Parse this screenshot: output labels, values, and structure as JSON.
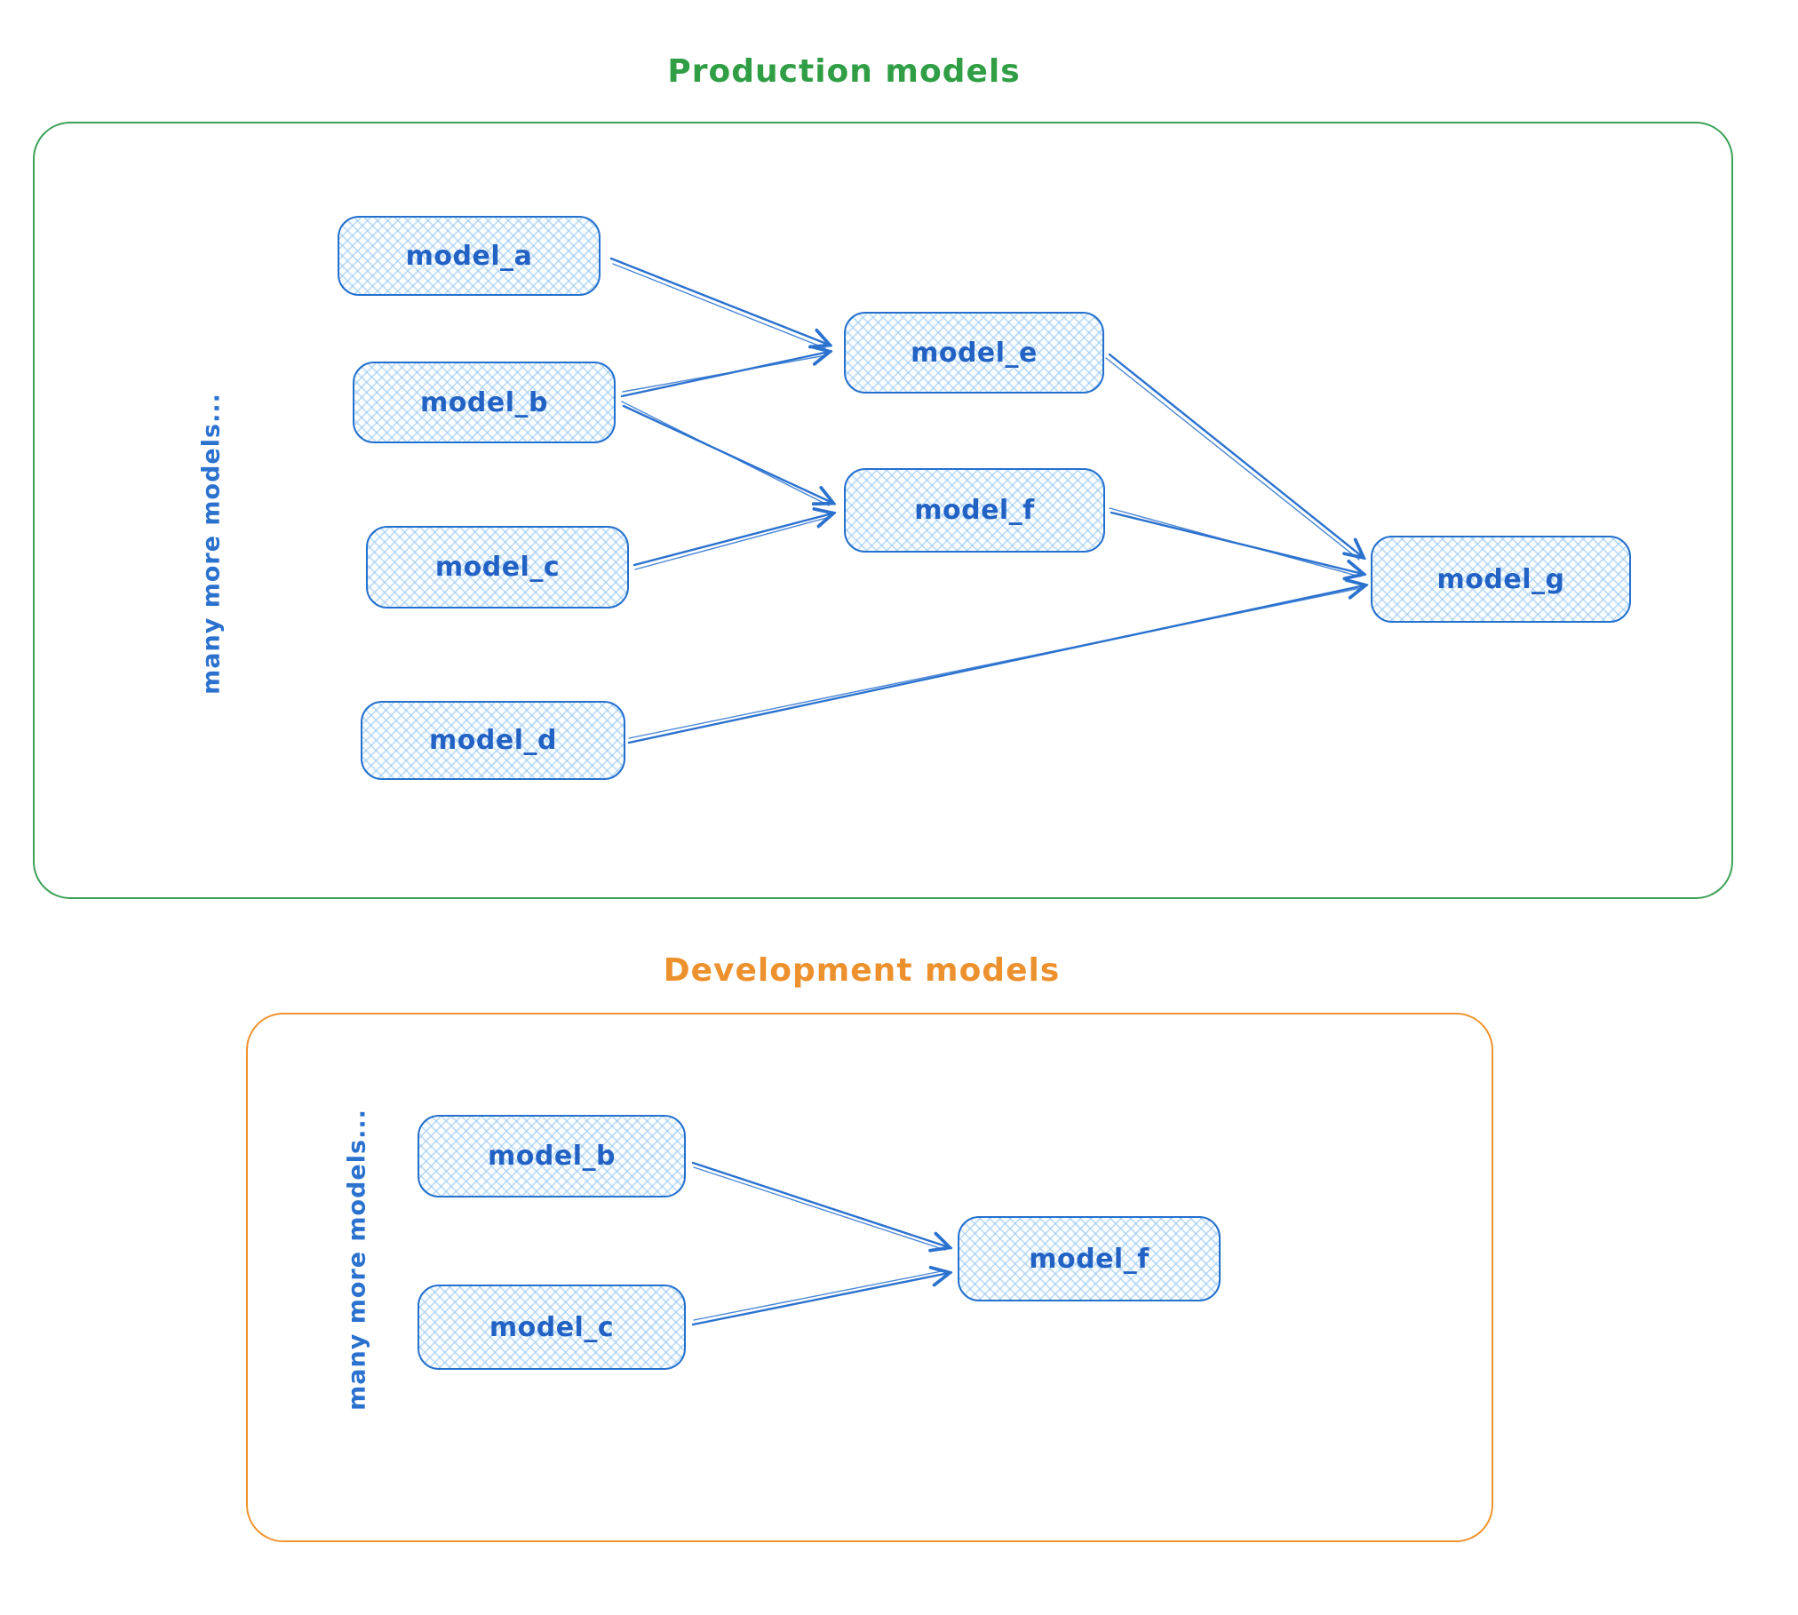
{
  "colors": {
    "node_stroke_blue": "#2471cd",
    "node_fill_blue": "#a5d8ff",
    "edge_blue": "#2b72cf",
    "production_green": "#3da158",
    "development_orange": "#ef9430"
  },
  "production": {
    "title": "Production models",
    "side_label": "many more models...",
    "nodes": [
      {
        "id": "model_a",
        "label": "model_a"
      },
      {
        "id": "model_b",
        "label": "model_b"
      },
      {
        "id": "model_c",
        "label": "model_c"
      },
      {
        "id": "model_d",
        "label": "model_d"
      },
      {
        "id": "model_e",
        "label": "model_e"
      },
      {
        "id": "model_f",
        "label": "model_f"
      },
      {
        "id": "model_g",
        "label": "model_g"
      }
    ],
    "edges": [
      {
        "from": "model_a",
        "to": "model_e"
      },
      {
        "from": "model_b",
        "to": "model_e"
      },
      {
        "from": "model_b",
        "to": "model_f"
      },
      {
        "from": "model_c",
        "to": "model_f"
      },
      {
        "from": "model_e",
        "to": "model_g"
      },
      {
        "from": "model_f",
        "to": "model_g"
      },
      {
        "from": "model_d",
        "to": "model_g"
      }
    ]
  },
  "development": {
    "title": "Development models",
    "side_label": "many more models...",
    "nodes": [
      {
        "id": "model_b",
        "label": "model_b"
      },
      {
        "id": "model_c",
        "label": "model_c"
      },
      {
        "id": "model_f",
        "label": "model_f"
      }
    ],
    "edges": [
      {
        "from": "model_b",
        "to": "model_f"
      },
      {
        "from": "model_c",
        "to": "model_f"
      }
    ]
  }
}
